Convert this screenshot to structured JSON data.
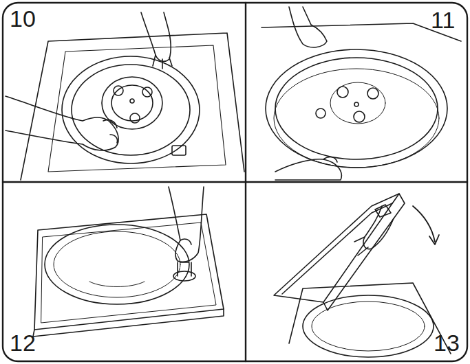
{
  "diagram": {
    "labels": [
      "10",
      "11",
      "12",
      "13"
    ]
  }
}
